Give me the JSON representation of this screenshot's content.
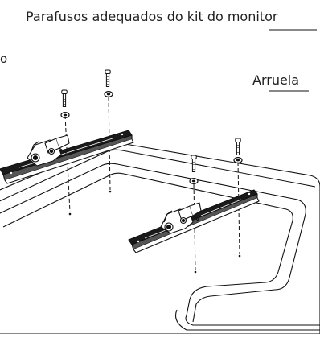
{
  "labels": {
    "screws": "Parafusos adequados do kit do monitor",
    "washer": "Arruela",
    "cut_fragment": "o"
  }
}
